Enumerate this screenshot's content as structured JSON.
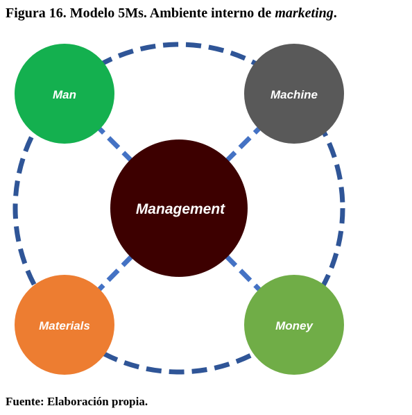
{
  "figure": {
    "title_prefix": "Figura 16. Modelo 5Ms. Ambiente interno de ",
    "title_emph": "marketing",
    "title_suffix": ".",
    "source": "Fuente: Elaboración propia."
  },
  "diagram": {
    "center": {
      "label": "Management",
      "color": "#3d0000"
    },
    "nodes": [
      {
        "id": "man",
        "label": "Man",
        "color": "#14b04f"
      },
      {
        "id": "machine",
        "label": "Machine",
        "color": "#595959"
      },
      {
        "id": "materials",
        "label": "Materials",
        "color": "#ed7d31"
      },
      {
        "id": "money",
        "label": "Money",
        "color": "#70ad47"
      }
    ],
    "ring_color": "#2f5597",
    "connector_color": "#4472c4"
  }
}
